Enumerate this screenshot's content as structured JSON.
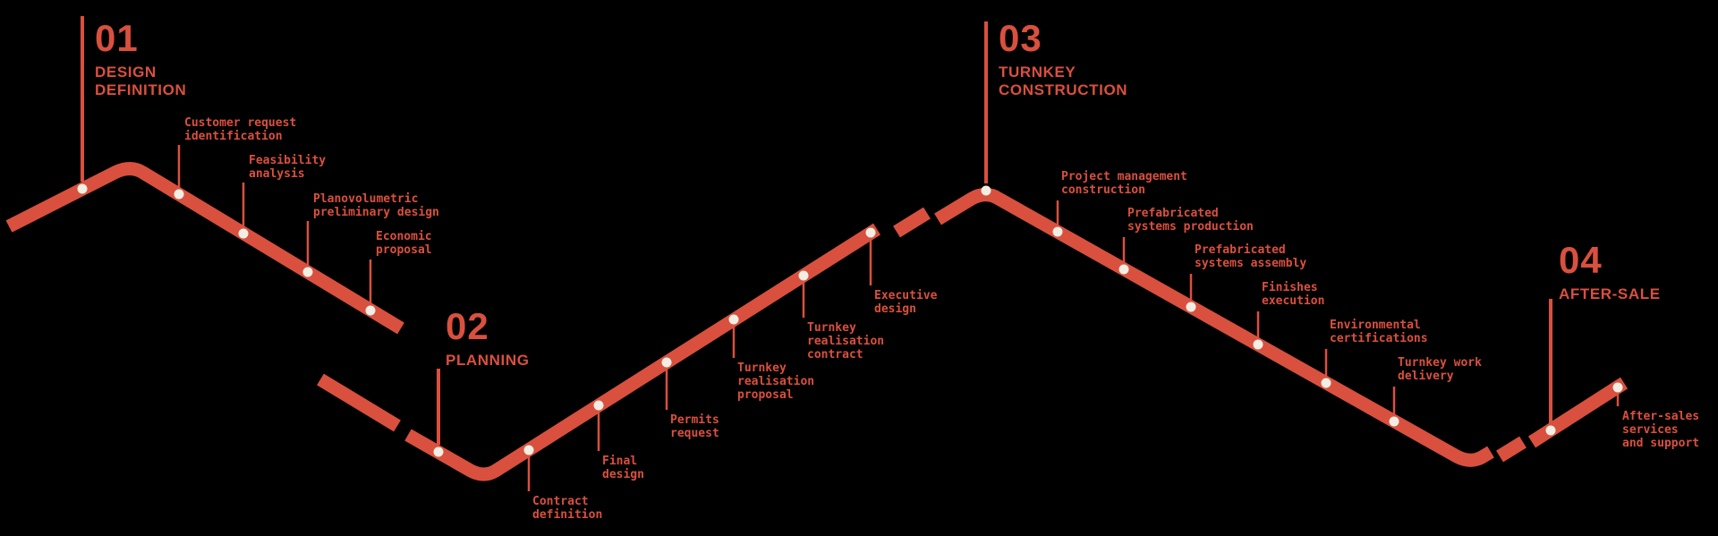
{
  "colors": {
    "background": "#000000",
    "accent": "#D9503E",
    "dot": "#F2EEE3"
  },
  "phases": [
    {
      "number": "01",
      "title": "DESIGN\nDEFINITION",
      "items": [
        {
          "label": "Customer request\nidentification"
        },
        {
          "label": "Feasibility\nanalysis"
        },
        {
          "label": "Planovolumetric\npreliminary design"
        },
        {
          "label": "Economic\nproposal"
        }
      ]
    },
    {
      "number": "02",
      "title": "PLANNING",
      "items": [
        {
          "label": "Contract\ndefinition"
        },
        {
          "label": "Final\ndesign"
        },
        {
          "label": "Permits\nrequest"
        },
        {
          "label": "Turnkey\nrealisation\nproposal"
        },
        {
          "label": "Turnkey\nrealisation\ncontract"
        },
        {
          "label": "Executive\ndesign"
        }
      ]
    },
    {
      "number": "03",
      "title": "TURNKEY\nCONSTRUCTION",
      "items": [
        {
          "label": "Project management\nconstruction"
        },
        {
          "label": "Prefabricated\nsystems production"
        },
        {
          "label": "Prefabricated\nsystems assembly"
        },
        {
          "label": "Finishes\nexecution"
        },
        {
          "label": "Environmental\ncertifications"
        },
        {
          "label": "Turnkey work\ndelivery"
        }
      ]
    },
    {
      "number": "04",
      "title": "AFTER-SALE",
      "items": [
        {
          "label": "After-sales\nservices\nand support"
        }
      ]
    }
  ]
}
